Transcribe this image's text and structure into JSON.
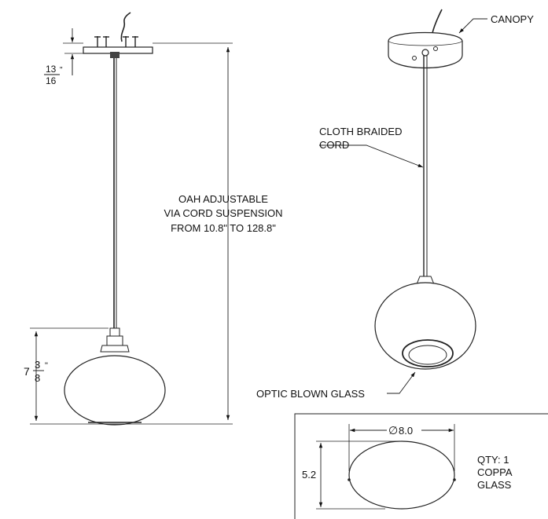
{
  "left_view": {
    "oah_note": {
      "line1": "OAH ADJUSTABLE",
      "line2": "VIA CORD SUSPENSION",
      "line3": "FROM 10.8\" TO 128.8\""
    },
    "canopy_height": {
      "numerator": "13",
      "denominator": "16",
      "unit": "\""
    },
    "shade_height": {
      "whole": "7",
      "numerator": "3",
      "denominator": "8",
      "unit": "\""
    }
  },
  "right_view": {
    "labels": {
      "canopy": "CANOPY",
      "cord_line1": "CLOTH BRAIDED",
      "cord_line2": "CORD",
      "glass": "OPTIC BLOWN GLASS"
    }
  },
  "detail_box": {
    "diameter_symbol": "∅",
    "diameter_value": "8.0",
    "height_value": "5.2",
    "spec": {
      "line1": "QTY: 1",
      "line2": "COPPA",
      "line3": "GLASS"
    }
  }
}
